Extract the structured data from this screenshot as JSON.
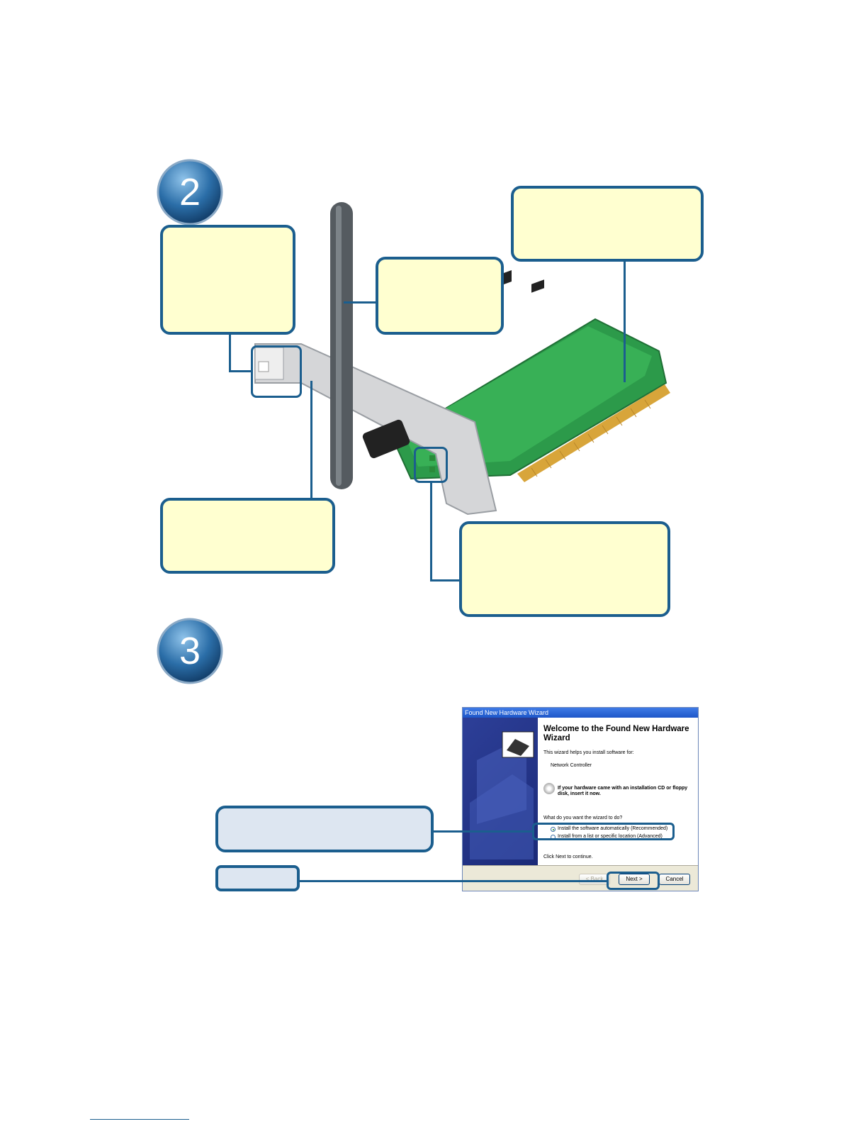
{
  "steps": [
    {
      "number": "2"
    },
    {
      "number": "3"
    }
  ],
  "wizard": {
    "title": "Found New Hardware Wizard",
    "heading": "Welcome to the Found New Hardware Wizard",
    "intro": "This wizard helps you install software for:",
    "device": "Network Controller",
    "cd_prompt": "If your hardware came with an installation CD or floppy disk, insert it now.",
    "question": "What do you want the wizard to do?",
    "options": [
      {
        "label": "Install the software automatically (Recommended)",
        "selected": true
      },
      {
        "label": "Install from a list or specific location (Advanced)",
        "selected": false
      }
    ],
    "continue_text": "Click Next to continue.",
    "buttons": {
      "back": "< Back",
      "next": "Next >",
      "cancel": "Cancel"
    }
  },
  "colors": {
    "callout_fill": "#ffffd0",
    "callout_border": "#1b5e8e",
    "blue_callout_fill": "#dde6f1",
    "badge_blue": "#2b6ea8"
  }
}
